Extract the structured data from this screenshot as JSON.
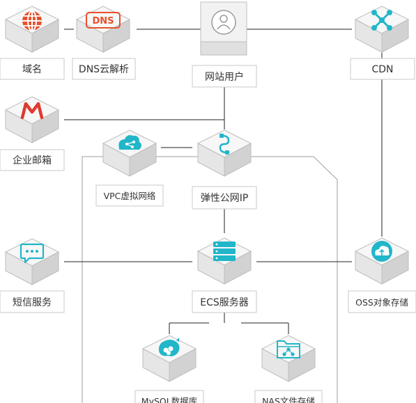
{
  "colors": {
    "accent_cyan": "#21b6c9",
    "accent_orange": "#e8502b",
    "accent_red": "#e03a2f",
    "line": "#222222",
    "zone_border": "#9e9e9e",
    "cube_top": "#f7f7f7",
    "cube_left": "#e6e6e6",
    "cube_right": "#d4d4d4"
  },
  "nodes": {
    "domain": {
      "label": "域名",
      "icon": "globe-icon"
    },
    "dns": {
      "label": "DNS云解析",
      "icon": "dns-icon",
      "icon_text": "DNS"
    },
    "user": {
      "label": "网站用户",
      "icon": "user-icon"
    },
    "cdn": {
      "label": "CDN",
      "icon": "cdn-network-icon"
    },
    "mail": {
      "label": "企业邮箱",
      "icon": "mail-m-icon"
    },
    "vpc": {
      "label": "VPC虚拟网络",
      "icon": "cloud-network-icon"
    },
    "eip": {
      "label": "弹性公网IP",
      "icon": "link-plug-icon"
    },
    "sms": {
      "label": "短信服务",
      "icon": "chat-bubble-icon"
    },
    "ecs": {
      "label": "ECS服务器",
      "icon": "server-icon"
    },
    "oss": {
      "label": "OSS对象存储",
      "icon": "cloud-upload-icon"
    },
    "mysql": {
      "label": "MySQL数据库",
      "icon": "dolphin-icon"
    },
    "nas": {
      "label": "NAS文件存储",
      "icon": "folder-share-icon"
    }
  }
}
